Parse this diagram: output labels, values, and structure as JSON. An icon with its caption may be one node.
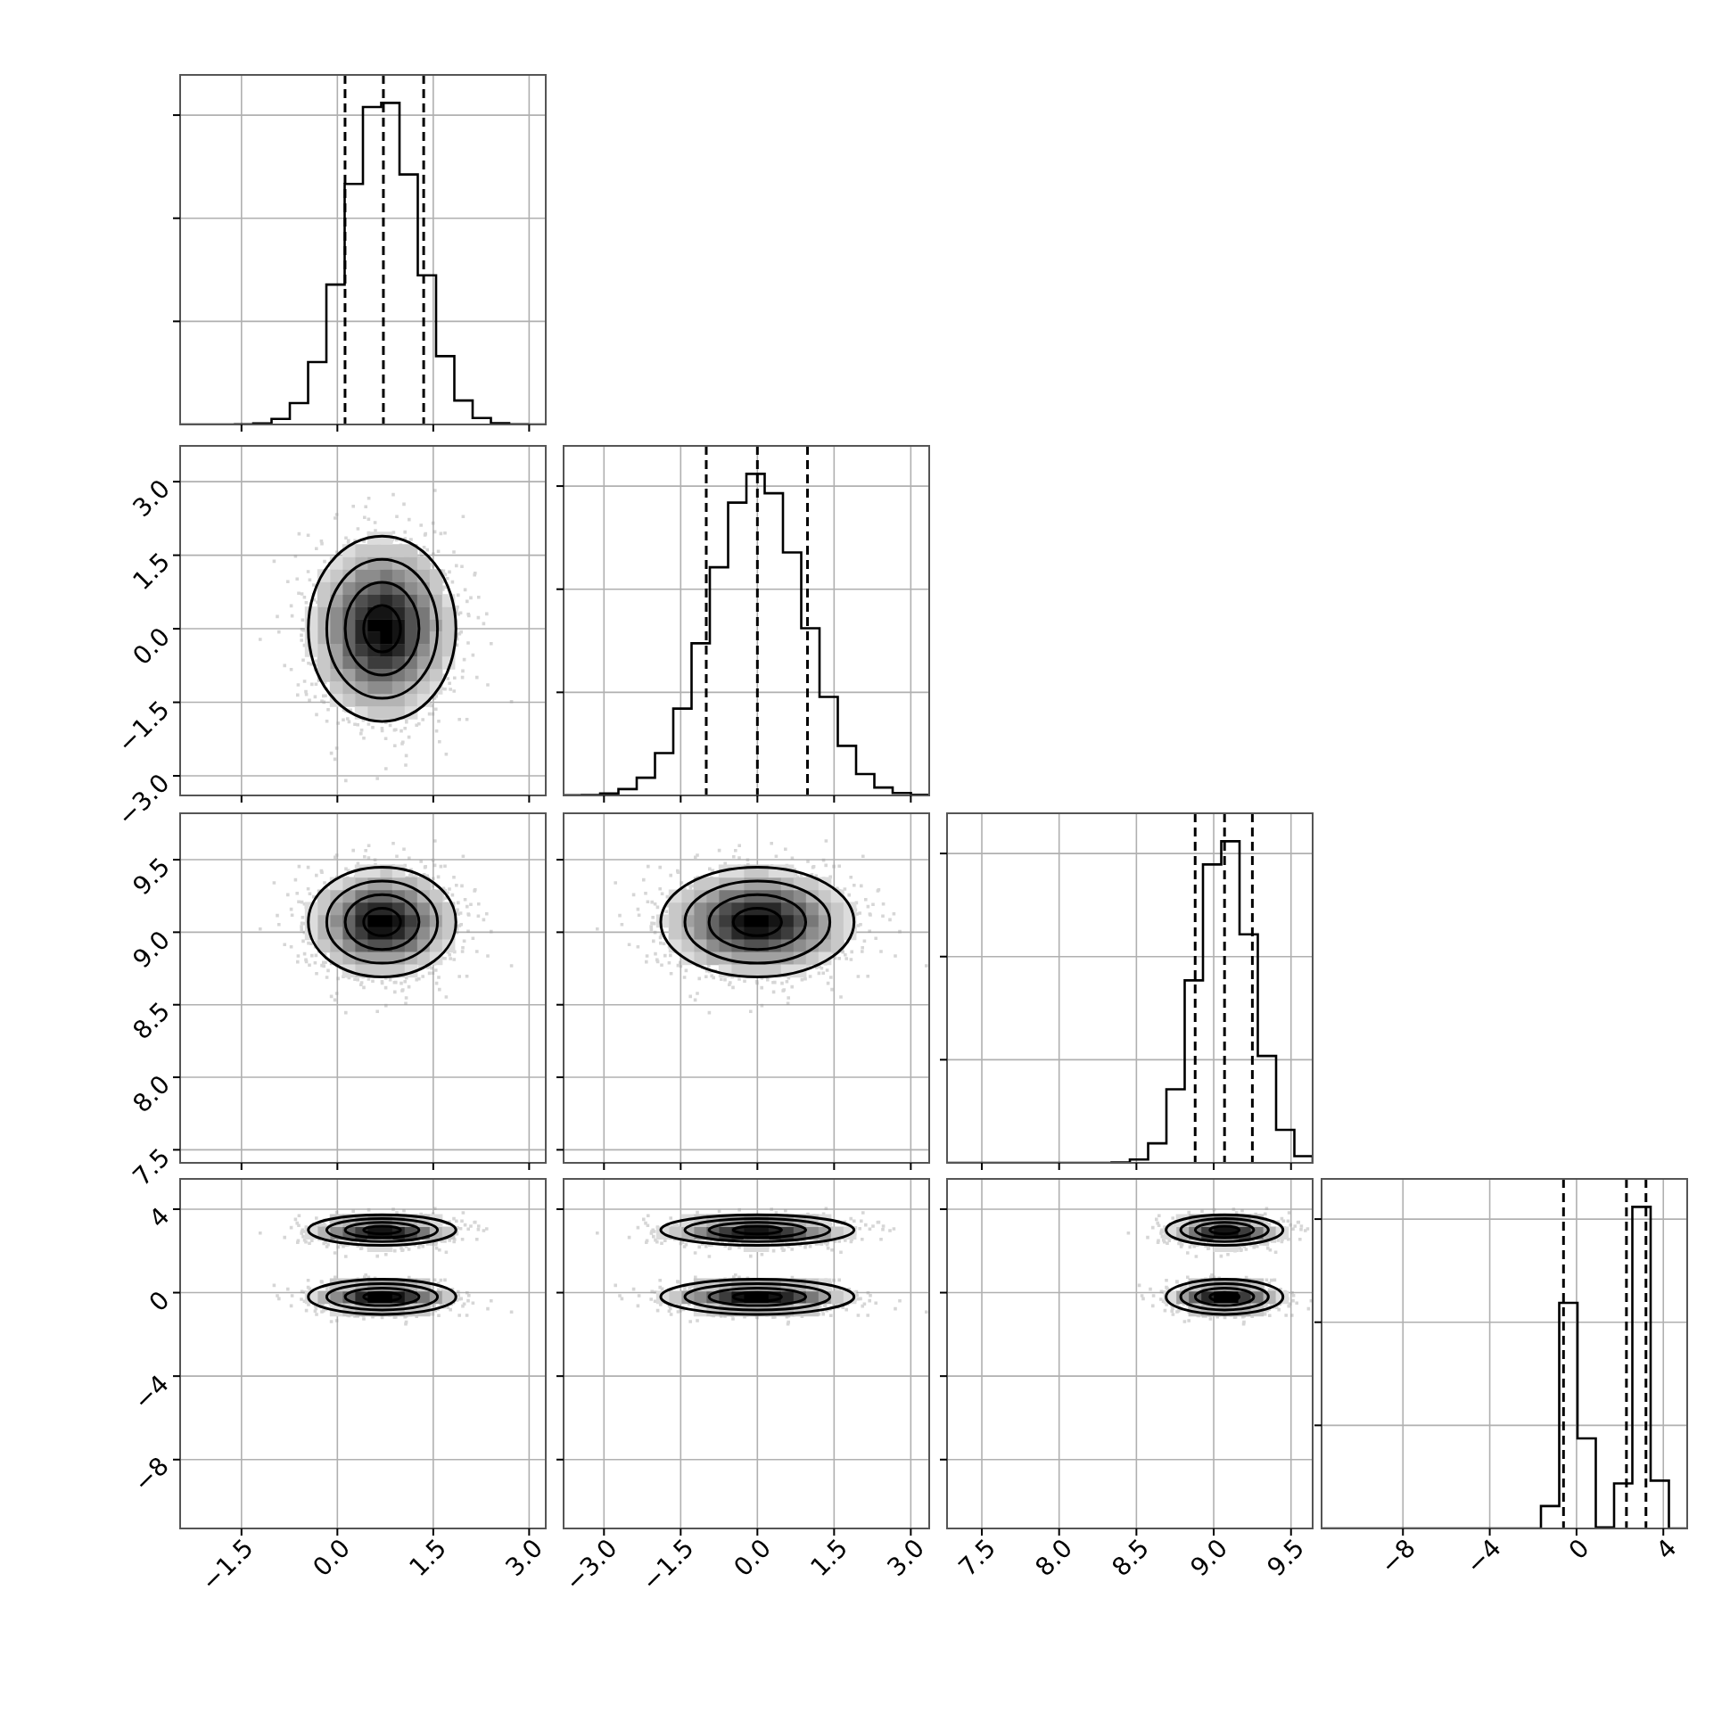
{
  "diagram": {
    "labels": [
      "3.0",
      "1.5",
      "0.0",
      "−1.5",
      "−3.0",
      "9.5",
      "9.0",
      "8.5",
      "8.0",
      "7.5",
      "4",
      "0",
      "−4",
      "−8",
      "−1.5",
      "0.0",
      "1.5",
      "3.0",
      "−3.0",
      "−1.5",
      "0.0",
      "1.5",
      "3.0",
      "7.5",
      "8.0",
      "8.5",
      "9.0",
      "9.5",
      "−8",
      "−4",
      "0",
      "4"
    ]
  }
}
